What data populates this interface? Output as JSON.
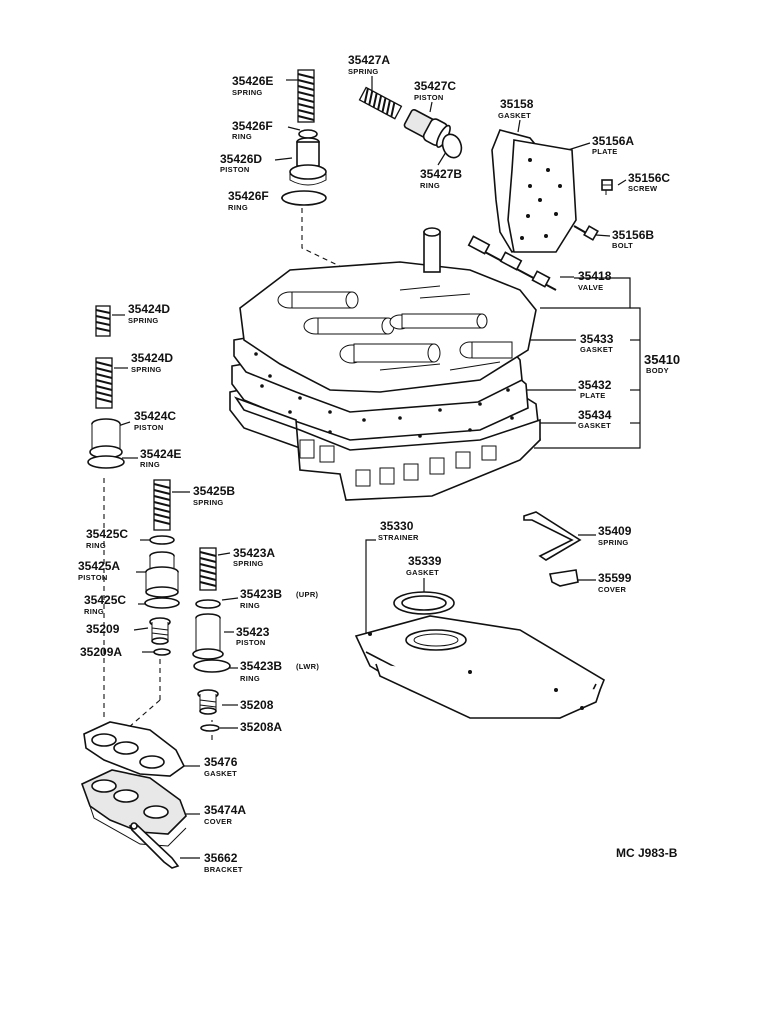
{
  "figure_code": "MC J983-B",
  "parts": [
    {
      "key": "p35426E",
      "number": "35426E",
      "name": "SPRING"
    },
    {
      "key": "p35426F_upper",
      "number": "35426F",
      "name": "RING"
    },
    {
      "key": "p35426D",
      "number": "35426D",
      "name": "PISTON"
    },
    {
      "key": "p35426F_lower",
      "number": "35426F",
      "name": "RING"
    },
    {
      "key": "p35427A",
      "number": "35427A",
      "name": "SPRING"
    },
    {
      "key": "p35427C",
      "number": "35427C",
      "name": "PISTON"
    },
    {
      "key": "p35427B",
      "number": "35427B",
      "name": "RING"
    },
    {
      "key": "p35158",
      "number": "35158",
      "name": "GASKET"
    },
    {
      "key": "p35156A",
      "number": "35156A",
      "name": "PLATE"
    },
    {
      "key": "p35156C",
      "number": "35156C",
      "name": "SCREW"
    },
    {
      "key": "p35156B",
      "number": "35156B",
      "name": "BOLT"
    },
    {
      "key": "p35418",
      "number": "35418",
      "name": "VALVE"
    },
    {
      "key": "p35433",
      "number": "35433",
      "name": "GASKET"
    },
    {
      "key": "p35410",
      "number": "35410",
      "name": "BODY"
    },
    {
      "key": "p35432",
      "number": "35432",
      "name": "PLATE"
    },
    {
      "key": "p35434",
      "number": "35434",
      "name": "GASKET"
    },
    {
      "key": "p35424D_upper",
      "number": "35424D",
      "name": "SPRING"
    },
    {
      "key": "p35424D_lower",
      "number": "35424D",
      "name": "SPRING"
    },
    {
      "key": "p35424C",
      "number": "35424C",
      "name": "PISTON"
    },
    {
      "key": "p35424E",
      "number": "35424E",
      "name": "RING"
    },
    {
      "key": "p35425B",
      "number": "35425B",
      "name": "SPRING"
    },
    {
      "key": "p35425C_upper",
      "number": "35425C",
      "name": "RING"
    },
    {
      "key": "p35425A",
      "number": "35425A",
      "name": "PISTON"
    },
    {
      "key": "p35425C_lower",
      "number": "35425C",
      "name": "RING"
    },
    {
      "key": "p35209",
      "number": "35209",
      "name": ""
    },
    {
      "key": "p35209A",
      "number": "35209A",
      "name": ""
    },
    {
      "key": "p35423A",
      "number": "35423A",
      "name": "SPRING"
    },
    {
      "key": "p35423B_upr",
      "number": "35423B",
      "name": "RING",
      "qualifier": "(UPR)"
    },
    {
      "key": "p35423",
      "number": "35423",
      "name": "PISTON"
    },
    {
      "key": "p35423B_lwr",
      "number": "35423B",
      "name": "RING",
      "qualifier": "(LWR)"
    },
    {
      "key": "p35208",
      "number": "35208",
      "name": ""
    },
    {
      "key": "p35208A",
      "number": "35208A",
      "name": ""
    },
    {
      "key": "p35476",
      "number": "35476",
      "name": "GASKET"
    },
    {
      "key": "p35474A",
      "number": "35474A",
      "name": "COVER"
    },
    {
      "key": "p35662",
      "number": "35662",
      "name": "BRACKET"
    },
    {
      "key": "p35330",
      "number": "35330",
      "name": "STRAINER"
    },
    {
      "key": "p35339",
      "number": "35339",
      "name": "GASKET"
    },
    {
      "key": "p35409",
      "number": "35409",
      "name": "SPRING"
    },
    {
      "key": "p35599",
      "number": "35599",
      "name": "COVER"
    }
  ]
}
